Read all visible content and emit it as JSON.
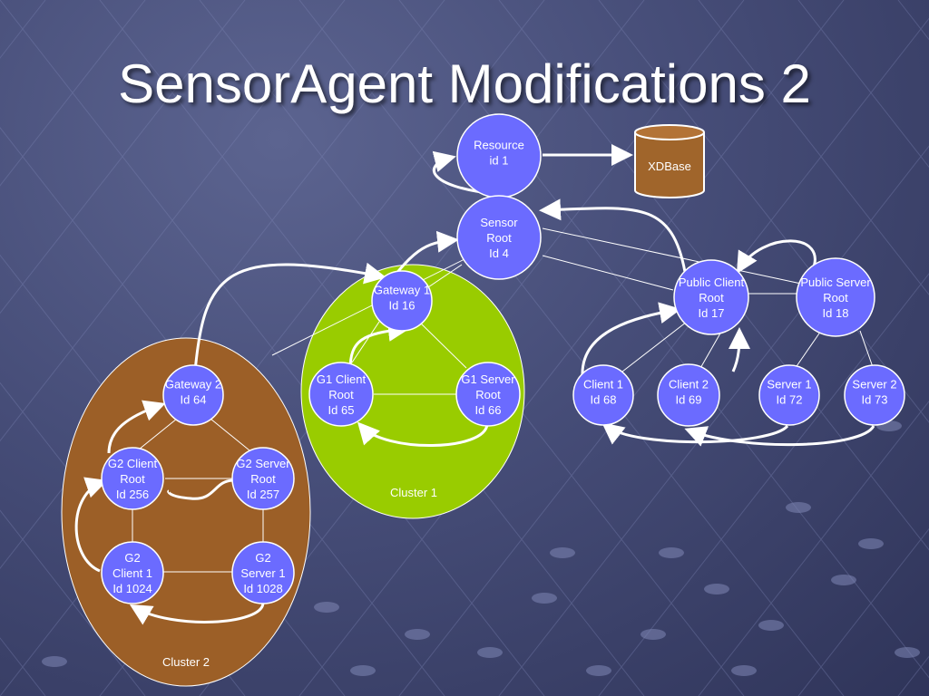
{
  "title": "SensorAgent Modifications 2",
  "colors": {
    "node": "#6b6bff",
    "node_stroke": "#ffffff",
    "cluster1": "#99cc00",
    "cluster2": "#9c5f27",
    "xdbase": "#a0652b",
    "arrow": "#ffffff"
  },
  "database": {
    "label": "XDBase"
  },
  "clusters": {
    "cluster1": {
      "label": "Cluster 1"
    },
    "cluster2": {
      "label": "Cluster 2"
    }
  },
  "nodes": {
    "resource": [
      "Resource",
      "id 1"
    ],
    "sensor": [
      "Sensor",
      "Root",
      "Id 4"
    ],
    "gateway1": [
      "Gateway 1",
      "Id 16"
    ],
    "g1client": [
      "G1 Client",
      "Root",
      "Id 65"
    ],
    "g1server": [
      "G1 Server",
      "Root",
      "Id 66"
    ],
    "gateway2": [
      "Gateway 2",
      "Id 64"
    ],
    "g2client": [
      "G2 Client",
      "Root",
      "Id 256"
    ],
    "g2server": [
      "G2 Server",
      "Root",
      "Id 257"
    ],
    "g2client1": [
      "G2",
      "Client 1",
      "Id 1024"
    ],
    "g2server1": [
      "G2",
      "Server 1",
      "Id 1028"
    ],
    "pubclient": [
      "Public Client",
      "Root",
      "Id 17"
    ],
    "pubserver": [
      "Public Server",
      "Root",
      "Id 18"
    ],
    "client1": [
      "Client 1",
      "Id 68"
    ],
    "client2": [
      "Client 2",
      "Id 69"
    ],
    "server1": [
      "Server 1",
      "Id 72"
    ],
    "server2": [
      "Server 2",
      "Id 73"
    ]
  }
}
